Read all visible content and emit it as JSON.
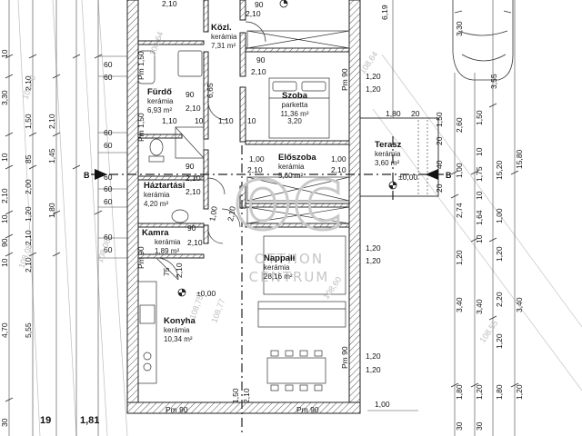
{
  "rooms": {
    "kozl": {
      "name": "Közl.",
      "material": "kerámia",
      "area": "7,31 m²"
    },
    "furdo": {
      "name": "Fürdő",
      "material": "kerámia",
      "area": "6,93 m²"
    },
    "szoba": {
      "name": "Szoba",
      "material": "parketta",
      "area": "11,36 m²",
      "height": "3,20"
    },
    "eloszoba": {
      "name": "Előszoba",
      "material": "kerámia",
      "area": "5,60 m²"
    },
    "terasz": {
      "name": "Terasz",
      "material": "kerámia",
      "area": "3,60 m²"
    },
    "haztartasi": {
      "name": "Háztartási",
      "material": "kerámia",
      "area": "4,20 m²"
    },
    "kamra": {
      "name": "Kamra",
      "material": "kerámia",
      "area": "1,89 m²"
    },
    "nappali": {
      "name": "Nappali",
      "material": "kerámia",
      "area": "28,16 m²"
    },
    "konyha": {
      "name": "Konyha",
      "material": "kerámia",
      "area": "10,34 m²"
    }
  },
  "levels": {
    "zero_a": "±0,00",
    "zero_b": "±0,00"
  },
  "section": {
    "marker": "B"
  },
  "watermark": {
    "logo": "OC",
    "line1": "OTTHON",
    "line2": "CENTRUM"
  },
  "openings": {
    "d_2_10_top_a": "2,10",
    "d_2_10_top_b": "2,10",
    "d_90_top": "90",
    "d_2_10_kozl": "2,10",
    "d_90_furdo": "90",
    "d_2_10_furdo": "2,10",
    "d_6_65": "6,65",
    "d_1_10_a": "1,10",
    "d_1_10_b": "1,10",
    "d_10_a": "10",
    "d_10_b": "10",
    "d_1_00_a": "1,00",
    "d_1_00_b": "1,00",
    "d_2_10_elo_a": "2,10",
    "d_2_10_elo_b": "2,10",
    "d_90_haz": "90",
    "d_2_10_haz_a": "2,10",
    "d_2_10_haz_b": "2,10",
    "d_1_00_diag": "1,00",
    "d_2_10_diag": "2,10",
    "d_90_kamra": "90",
    "d_2_10_kamra": "2,10",
    "d_75": "75",
    "d_2_10_konyha": "2,10",
    "pm_1_50_a": "Pm 1,50",
    "pm_1_50_b": "Pm 1,50",
    "pm_90_szoba": "Pm 90",
    "pm_90_bl": "Pm 90",
    "pm_90_br": "Pm 90",
    "pm_90_right": "Pm 90",
    "pm_90_left": "Pm 90",
    "d_1_50_bottom": "1,50",
    "d_2_10_bottom": "2,10"
  },
  "dims_right": {
    "d_1_20_a": "1,20",
    "d_1_20_b": "1,20",
    "d_1_80": "1,80",
    "d_20": "20",
    "d_1_20_c": "1,20",
    "d_1_20_d": "1,20",
    "d_1_20_e": "1,20",
    "d_1_20_f": "1,20",
    "d_1_00": "1,00",
    "v_6_19": "6,19",
    "v_2_60": "2,60",
    "v_1_50": "1,50",
    "v_20_a": "20",
    "v_40": "40",
    "v_20_b": "20",
    "v_2_74": "2,74",
    "v_3_40": "3,40",
    "v_1_80": "1,80",
    "v_30": "30",
    "car_3_30": "3,30",
    "car_3_55": "3,55",
    "c1_10": "10",
    "c1_1_75": "1,75",
    "c1_10b": "10",
    "c1_1_64": "1,64",
    "c1_10c": "10",
    "c1_3_40": "3,40",
    "c1_1_20": "1,20",
    "c1_30": "30",
    "c2_15_80": "15,80",
    "c2_15_20": "15,20",
    "c2_1_00": "1,00",
    "c2_1_20": "1,20",
    "c2_2_20": "2,20",
    "c2_1_20b": "1,20",
    "c2_1_80": "1,80",
    "c3_1_50": "1,50",
    "c3_1_00": "1,00",
    "c3_1_20": "1,20",
    "c3_3_40": "3,40",
    "c3_1_20b": "1,20"
  },
  "dims_left": {
    "row_60_a": "60",
    "row_60_b": "60",
    "row_60_c": "60",
    "row_60_d": "60",
    "row_60_e": "60",
    "row_60_f": "60",
    "row_60_g": "60",
    "row_60_h": "60",
    "row_60_i": "60",
    "c1_10": "10",
    "c1_3_30": "3,30",
    "c1_2_10": "2,10",
    "c1_10b": "10",
    "c1_10c": "10",
    "c1_10d": "10",
    "c1_90": "90",
    "c1_4_70": "4,70",
    "c1_30": "30",
    "c2_1_50": "1,50",
    "c2_2_10": "2,10",
    "c2_85": "85",
    "c2_2_00": "2,00",
    "c2_1_20": "1,20",
    "c3_2_10": "2,10",
    "c3_1_45": "1,45",
    "c3_2_10b": "2,10",
    "c3_1_80": "1,80",
    "c3_2_10c": "2,10",
    "c3_5_55": "5,55",
    "bottom_19": "19",
    "bottom_1_81": "1,81",
    "elev_a": "108,09",
    "elev_b": "108,08"
  },
  "elevations": {
    "e1": "108,75",
    "e2": "108,77",
    "e3": "108,64",
    "e4": "108,60",
    "e5": "108,55",
    "e6": "108,64",
    "e7": "108,08"
  }
}
